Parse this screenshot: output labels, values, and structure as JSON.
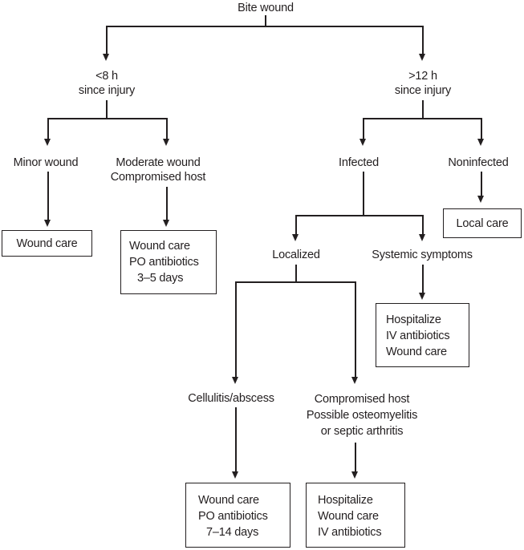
{
  "colors": {
    "ink": "#231f20",
    "background": "#ffffff"
  },
  "nodes": {
    "root": {
      "label": "Bite wound"
    },
    "early": {
      "lines": [
        "<8 h",
        "since injury"
      ]
    },
    "late": {
      "lines": [
        ">12 h",
        "since injury"
      ]
    },
    "minor": {
      "label": "Minor wound"
    },
    "moderate": {
      "lines": [
        "Moderate wound",
        "Compromised host"
      ]
    },
    "infected": {
      "label": "Infected"
    },
    "noninfected": {
      "label": "Noninfected"
    },
    "localized": {
      "label": "Localized"
    },
    "systemic": {
      "label": "Systemic symptoms"
    },
    "cellulitis": {
      "label": "Cellulitis/abscess"
    },
    "compromised": {
      "lines": [
        "Compromised host",
        "Possible osteomyelitis",
        "or septic arthritis"
      ]
    }
  },
  "boxes": {
    "wound_care": {
      "lines": [
        "Wound care"
      ]
    },
    "po_3_5": {
      "lines": [
        "Wound care",
        "PO antibiotics",
        "3–5 days"
      ]
    },
    "local_care": {
      "lines": [
        "Local care"
      ]
    },
    "hosp_iv": {
      "lines": [
        "Hospitalize",
        "IV antibiotics",
        "Wound care"
      ]
    },
    "po_7_14": {
      "lines": [
        "Wound care",
        "PO antibiotics",
        "7–14 days"
      ]
    },
    "hosp_wound": {
      "lines": [
        "Hospitalize",
        "Wound care",
        "IV antibiotics"
      ]
    }
  }
}
